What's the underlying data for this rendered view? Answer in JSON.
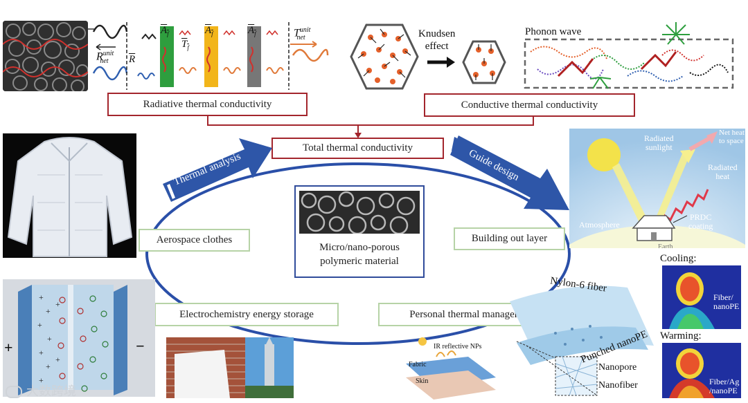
{
  "top": {
    "radiative_label": "Radiative thermal conductivity",
    "conductive_label": "Conductive thermal conductivity",
    "knudsen_label_1": "Knudsen",
    "knudsen_label_2": "effect",
    "phonon_label": "Phonon wave",
    "r_net": "R",
    "r_net_sup": "unit",
    "r_net_sub": "net",
    "t_net": "T",
    "t_net_sup": "unit",
    "t_net_sub": "net",
    "r_bar": "R",
    "a_f": "A",
    "a_f_sub": "f",
    "t_f": "T",
    "t_f_sub": "f"
  },
  "center": {
    "total_label": "Total thermal conductivity",
    "material_line1": "Micro/nano-porous",
    "material_line2": "polymeric material",
    "arrow_left": "Thermal analysis",
    "arrow_right": "Guide design"
  },
  "applications": {
    "aerospace": "Aerospace clothes",
    "building": "Building out layer",
    "electrochem": "Electrochemistry energy storage",
    "personal": "Personal thermal management"
  },
  "building_panel": {
    "net_heat_1": "Net heat",
    "net_heat_2": "to space",
    "sunlight_1": "Radiated",
    "sunlight_2": "sunlight",
    "heat_1": "Radiated",
    "heat_2": "heat",
    "atmosphere": "Atmosphere",
    "prdc_1": "PRDC",
    "prdc_2": "coating",
    "earth": "Earth"
  },
  "fiber_panel": {
    "nylon": "Nylon-6 fiber",
    "punched": "Punched nanoPE",
    "ir_nps": "IR reflective NPs",
    "fabric": "Fabric",
    "skin": "Skin",
    "nanopore": "Nanopore",
    "nanofiber": "Nanofiber"
  },
  "thermal_panel": {
    "cooling": "Cooling:",
    "warming": "Warming:",
    "cool_label_1": "Fiber/",
    "cool_label_2": "nanoPE",
    "warm_label_1": "Fiber/Ag",
    "warm_label_2": "/nanoPE"
  },
  "battery": {
    "plus": "+",
    "minus": "−"
  },
  "watermark": "大数跨境",
  "colors": {
    "red_border": "#a3252c",
    "green_border": "#b6d3a6",
    "blue_border": "#2f4b9a",
    "ellipse_blue": "#2a4fa8",
    "arrow_blue": "#2e56a8"
  }
}
